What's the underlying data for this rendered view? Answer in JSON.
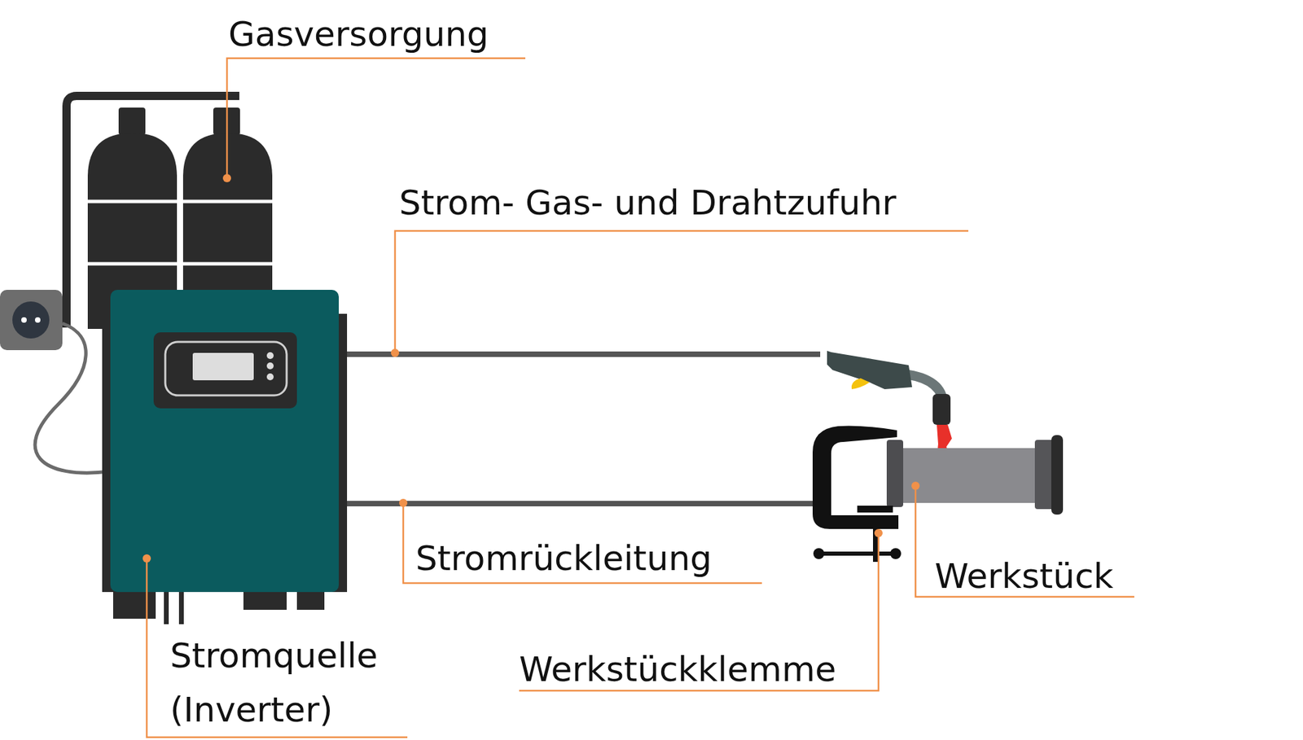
{
  "diagram": {
    "labels": [
      "Gasversorgung",
      "Strom- Gas- und Drahtzufuhr",
      "Stromrückleitung",
      "Werkstück",
      "Stromquelle (Inverter)",
      "Werkstückklemme"
    ]
  }
}
